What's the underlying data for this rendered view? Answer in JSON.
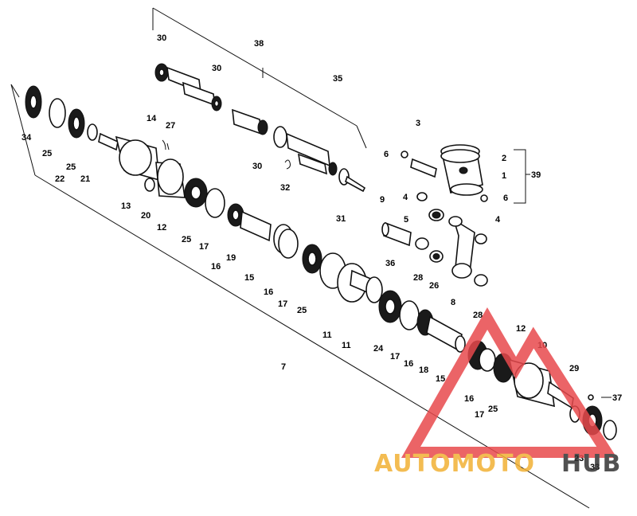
{
  "diagram": {
    "part_numbers": {
      "p1": "1",
      "p2": "2",
      "p3": "3",
      "p4a": "4",
      "p4b": "4",
      "p5": "5",
      "p6a": "6",
      "p6b": "6",
      "p7": "7",
      "p8": "8",
      "p9": "9",
      "p10": "10",
      "p11a": "11",
      "p11b": "11",
      "p12a": "12",
      "p12b": "12",
      "p13": "13",
      "p14": "14",
      "p15a": "15",
      "p15b": "15",
      "p16a": "16",
      "p16b": "16",
      "p16c": "16",
      "p16d": "16",
      "p17a": "17",
      "p17b": "17",
      "p17c": "17",
      "p17d": "17",
      "p18": "18",
      "p19": "19",
      "p20": "20",
      "p21": "21",
      "p22": "22",
      "p23": "23",
      "p24": "24",
      "p25a": "25",
      "p25b": "25",
      "p25c": "25",
      "p25d": "25",
      "p25e": "25",
      "p26": "26",
      "p27": "27",
      "p28a": "28",
      "p28b": "28",
      "p29": "29",
      "p30a": "30",
      "p30b": "30",
      "p30c": "30",
      "p31": "31",
      "p32": "32",
      "p33": "33",
      "p34": "34",
      "p35": "35",
      "p36": "36",
      "p37": "37",
      "p38": "38",
      "p39": "39"
    },
    "watermark": {
      "word_orange": "AUTOMOTO",
      "word_dark": "HUB",
      "triangle_color": "#e8494c",
      "orange_color": "#f2b134",
      "dark_color": "#333333"
    }
  }
}
